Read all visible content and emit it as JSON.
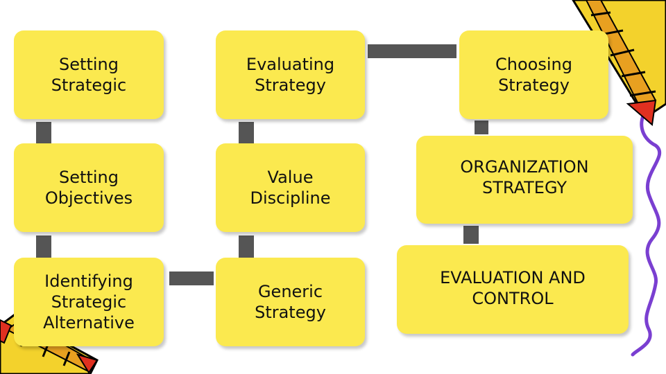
{
  "diagram": {
    "boxes": [
      {
        "id": "setting-strategic",
        "label": "Setting\nStrategic"
      },
      {
        "id": "evaluating-strategy",
        "label": "Evaluating\nStrategy"
      },
      {
        "id": "choosing-strategy",
        "label": "Choosing\nStrategy"
      },
      {
        "id": "setting-objectives",
        "label": "Setting\nObjectives"
      },
      {
        "id": "value-discipline",
        "label": "Value\nDiscipline"
      },
      {
        "id": "organization-strategy",
        "label": "ORGANIZATION\nSTRATEGY"
      },
      {
        "id": "identifying-strategic-alternative",
        "label": "Identifying\nStrategic\nAlternative"
      },
      {
        "id": "generic-strategy",
        "label": "Generic\nStrategy"
      },
      {
        "id": "evaluation-and-control",
        "label": "EVALUATION AND\nCONTROL"
      }
    ],
    "colors": {
      "box_fill": "#fbe94f",
      "connector": "#555555",
      "text": "#111111"
    },
    "decorations": [
      "pencil-icon",
      "squiggle-line-icon"
    ]
  }
}
